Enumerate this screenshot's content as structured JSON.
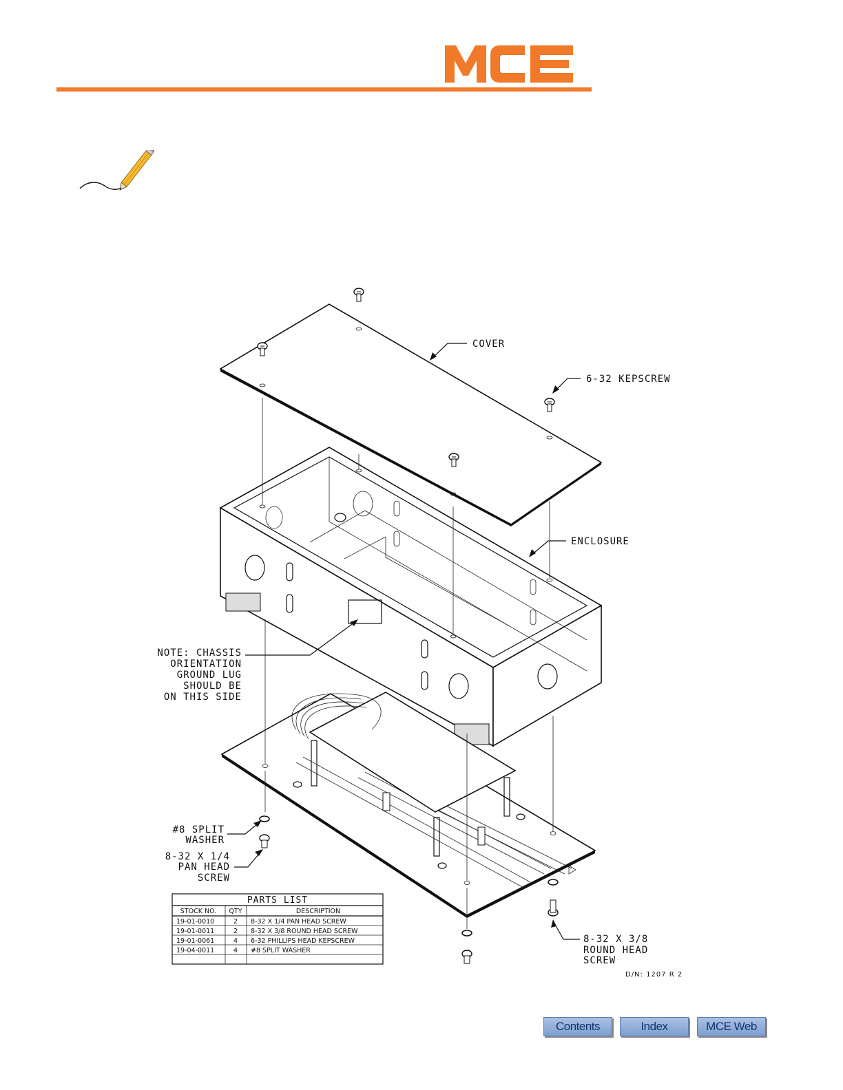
{
  "header": {
    "logo_text": "MCE",
    "colors": {
      "brand_orange": "#f07a2a",
      "rule": "#f07a2a"
    }
  },
  "note_icon": "pencil-icon",
  "drawing": {
    "callouts": {
      "cover": "COVER",
      "kepscrew": "6-32 KEPSCREW",
      "enclosure": "ENCLOSURE",
      "note_lines": [
        "NOTE: CHASSIS",
        "ORIENTATION",
        "GROUND LUG",
        "SHOULD BE",
        "ON THIS SIDE"
      ],
      "washer_lines": [
        "#8 SPLIT",
        "WASHER"
      ],
      "pan_screw_lines": [
        "8-32 X 1/4",
        "PAN HEAD",
        "SCREW"
      ],
      "round_screw_lines": [
        "8-32 X 3/8",
        "ROUND HEAD",
        "SCREW"
      ],
      "dn": "D/N: 1207 R 2"
    },
    "parts_list": {
      "title": "PARTS LIST",
      "headers": [
        "STOCK NO.",
        "QTY",
        "DESCRIPTION"
      ],
      "rows": [
        [
          "19-01-0010",
          "2",
          "8-32 X 1/4 PAN HEAD SCREW"
        ],
        [
          "19-01-0011",
          "2",
          "8-32 X 3/8 ROUND HEAD SCREW"
        ],
        [
          "19-01-0061",
          "4",
          "6-32 PHILLIPS HEAD KEPSCREW"
        ],
        [
          "19-04-0011",
          "4",
          "#8 SPLIT WASHER"
        ],
        [
          "",
          "",
          ""
        ]
      ]
    }
  },
  "nav": {
    "contents": "Contents",
    "index": "Index",
    "web": "MCE Web",
    "colors": {
      "button": "#8eaadb",
      "text": "#14346e"
    }
  }
}
